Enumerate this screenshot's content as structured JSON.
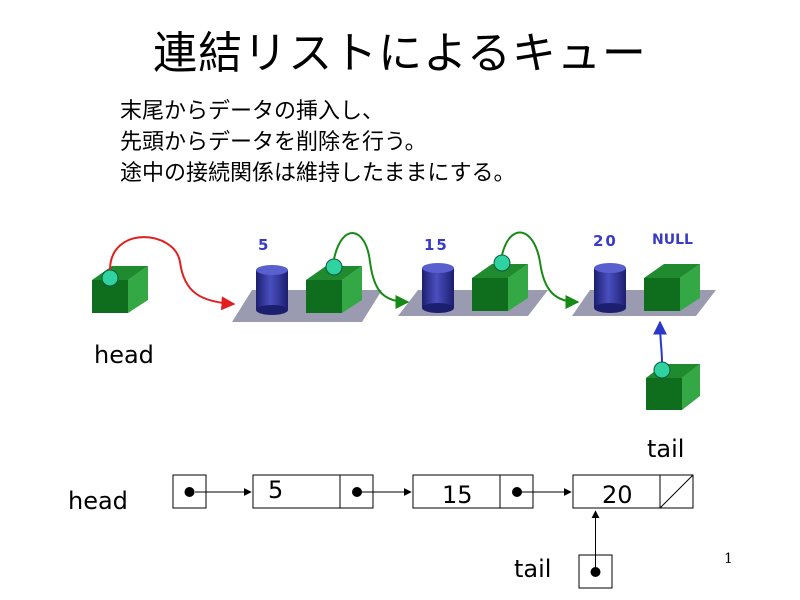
{
  "title": "連結リストによるキュー",
  "description": [
    "末尾からデータの挿入し、",
    "先頭からデータを削除を行う。",
    "途中の接続関係は維持したままにする。"
  ],
  "illustration": {
    "head_label": "head",
    "tail_label": "tail",
    "values": [
      "5",
      "15",
      "20"
    ],
    "null_label": "NULL",
    "colors": {
      "box": "#0f6e1e",
      "box_light": "#34a844",
      "cylinder": "#2b2e8c",
      "pointer_ball": "#2ed3a0",
      "head_arrow": "#e02020",
      "link_arrow": "#168a16",
      "tail_arrow": "#2a38c8",
      "platform": "#9a9ab0"
    }
  },
  "list_diagram": {
    "head_label": "head",
    "tail_label": "tail",
    "nodes": [
      "5",
      "15",
      "20"
    ]
  },
  "page_number": "1"
}
